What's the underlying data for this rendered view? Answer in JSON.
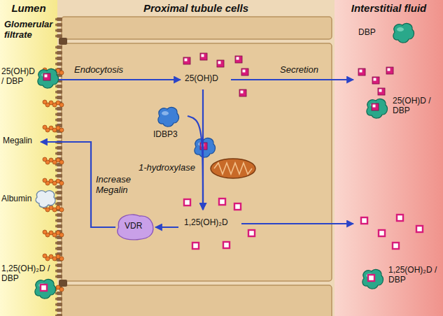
{
  "diagram": {
    "nodes": [
      {
        "text": [
          "Lumen"
        ]
      },
      {
        "text": [
          "25(OH)D / DBP"
        ],
        "in": 0
      },
      {
        "text": [
          "Megalin"
        ],
        "in": 0
      },
      {
        "text": [
          "Albumin"
        ],
        "in": 0
      },
      {
        "text": [
          "1,25(OH)₂D / DBP"
        ],
        "in": 0
      },
      {
        "text": [
          "Proximal tubule cells"
        ]
      },
      {
        "text": [
          "25(OH)D"
        ],
        "in": 5
      },
      {
        "text": [
          "IDBP3"
        ],
        "in": 5
      },
      {
        "text": [
          "1-hydroxylase"
        ],
        "in": 5
      },
      {
        "text": [
          "1,25(OH)₂D"
        ],
        "in": 5
      },
      {
        "text": [
          "VDR"
        ],
        "in": 5
      },
      {
        "text": [
          "Interstitial fluid"
        ]
      },
      {
        "text": [
          "DBP"
        ],
        "in": 11
      },
      {
        "text": [
          "25(OH)D / DBP"
        ],
        "in": 11
      },
      {
        "text": [
          "1,25(OH)₂D / DBP"
        ],
        "in": 11
      }
    ],
    "edges": [
      {
        "from": 1,
        "to": 6,
        "arrow": "to",
        "label": "Endocytosis"
      },
      {
        "from": 6,
        "to": 13,
        "arrow": "to",
        "label": "Secretion"
      },
      {
        "from": 6,
        "to": 9,
        "arrow": "to"
      },
      {
        "from": 7,
        "to": 9,
        "arrow": "to"
      },
      {
        "from": 9,
        "to": 10,
        "arrow": "to"
      },
      {
        "from": 10,
        "to": 2,
        "arrow": "to",
        "label": "Increase Megalin"
      },
      {
        "from": 9,
        "to": 14,
        "arrow": "to"
      }
    ],
    "labels": [
      "Glomerular filtrate"
    ]
  }
}
